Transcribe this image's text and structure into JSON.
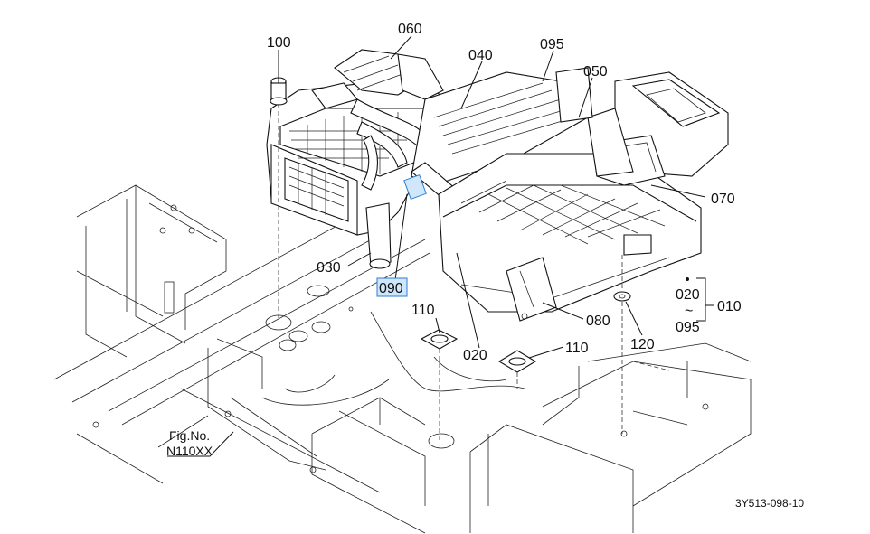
{
  "diagram": {
    "callouts": [
      {
        "id": "c100",
        "label": "100"
      },
      {
        "id": "c060",
        "label": "060"
      },
      {
        "id": "c040",
        "label": "040"
      },
      {
        "id": "c095top",
        "label": "095"
      },
      {
        "id": "c050",
        "label": "050"
      },
      {
        "id": "c070",
        "label": "070"
      },
      {
        "id": "c030",
        "label": "030"
      },
      {
        "id": "c090",
        "label": "090"
      },
      {
        "id": "c110a",
        "label": "110"
      },
      {
        "id": "c110b",
        "label": "110"
      },
      {
        "id": "c080",
        "label": "080"
      },
      {
        "id": "c020",
        "label": "020"
      },
      {
        "id": "c120",
        "label": "120"
      },
      {
        "id": "c020r",
        "label": "020"
      },
      {
        "id": "c010",
        "label": "010"
      },
      {
        "id": "c095r",
        "label": "095"
      }
    ],
    "range_symbol": "~",
    "highlighted": "090",
    "fig_ref": {
      "line1": "Fig.No.",
      "line2": "N110XX"
    },
    "drawing_code": "3Y513-098-10"
  }
}
